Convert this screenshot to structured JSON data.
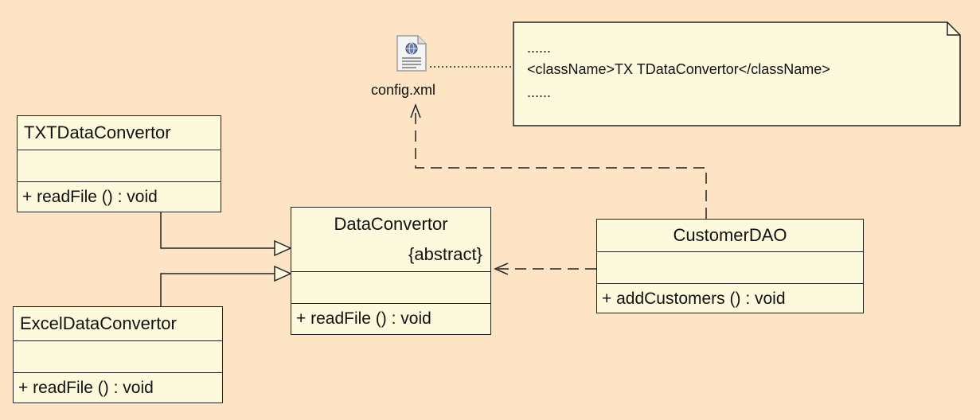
{
  "classes": {
    "txt": {
      "name": "TXTDataConvertor",
      "operation": "+  readFile ()  : void"
    },
    "excel": {
      "name": "ExcelDataConvertor",
      "operation": "+  readFile ()  : void"
    },
    "data": {
      "name": "DataConvertor",
      "stereotype": "{abstract}",
      "operation": "+  readFile ()  : void"
    },
    "customer": {
      "name": "CustomerDAO",
      "operation": "+  addCustomers ()  : void"
    }
  },
  "config": {
    "label": "config.xml",
    "icon": "xml-file-icon"
  },
  "note": {
    "line1": "......",
    "line2": "<className>TX TDataConvertor</className>",
    "line3": "......"
  }
}
